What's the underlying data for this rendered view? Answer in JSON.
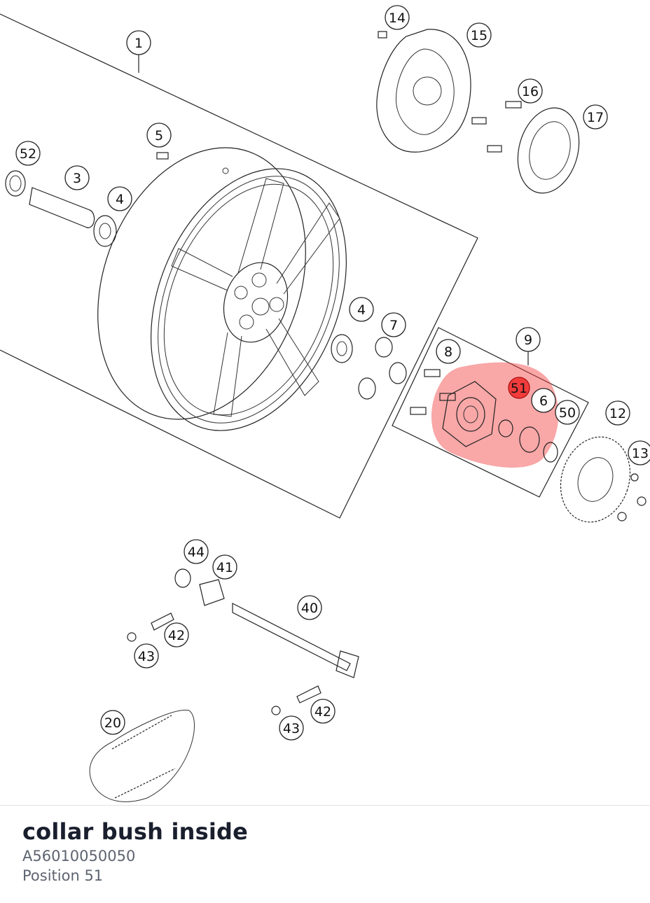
{
  "diagram": {
    "labels": [
      "1",
      "3",
      "4",
      "4",
      "5",
      "6",
      "7",
      "8",
      "9",
      "12",
      "13",
      "14",
      "15",
      "16",
      "17",
      "20",
      "40",
      "41",
      "42",
      "42",
      "43",
      "43",
      "44",
      "50",
      "51",
      "52"
    ],
    "highlighted_label": "51",
    "highlight_color": "#f23c3c"
  },
  "part": {
    "name": "collar bush inside",
    "number": "A56010050050",
    "position": "Position 51"
  }
}
